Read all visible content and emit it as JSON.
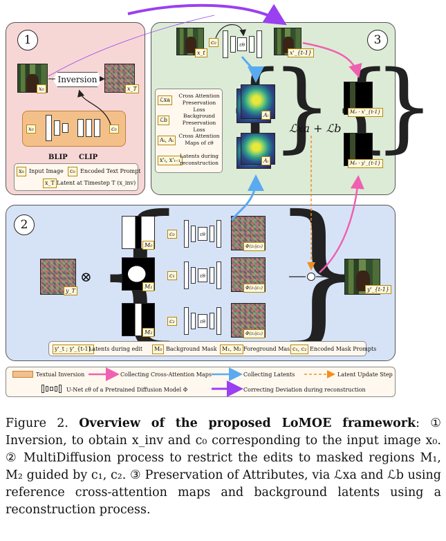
{
  "panel1": {
    "number": "1",
    "inversion_label": "Inversion",
    "x0_tag": "x₀",
    "xT_tag": "x_T",
    "c0_tag": "c₀",
    "x0_small": "x₀",
    "blip_label": "BLIP",
    "clip_label": "CLIP",
    "legend": {
      "input_image": "Input Image",
      "encoded_prompt": "Encoded Text Prompt",
      "latent_timestep": "Latent at Timestep T (x_inv)"
    }
  },
  "panel2": {
    "number": "2",
    "yT_tag": "y_T",
    "yt_out_tag": "y'_{t-1}",
    "rows": [
      {
        "mask": "M₀",
        "c": "c₀",
        "out": "Φ(z₀|c₀)"
      },
      {
        "mask": "M₁",
        "c": "c₁",
        "out": "Φ(z₁|c₁)"
      },
      {
        "mask": "M₂",
        "c": "c₂",
        "out": "Φ(z₂|c₂)"
      }
    ],
    "eps": "εθ",
    "otimes": "⊗",
    "legend": {
      "latents_edit": "Latents during edit",
      "latents_tag": "y'_t ; y'_{t-1}",
      "bg_mask": "Background Mask",
      "bg_tag": "M₀",
      "fg_mask": "Foreground Masks",
      "fg_tag": "M₁, M₂",
      "enc_mask": "Encoded Mask Prompts",
      "enc_tag": "c₁, c₂"
    }
  },
  "panel3": {
    "number": "3",
    "xt_tag": "x_t",
    "c0_tag": "c₀",
    "eps": "εθ",
    "xt1_tag": "x'_{t-1}",
    "loss_eq": "ℒxa + ℒb",
    "ai_tag": "Aᵢ",
    "aj_tag": "Aᵢ",
    "m0_tag": "M₀ · x'_{t-1}",
    "m0_tag2": "M₀ · y'_{t-1}",
    "legend": [
      {
        "sym": "ℒxa",
        "text": "Cross Attention Preservation Loss"
      },
      {
        "sym": "ℒb",
        "text": "Background Preservation Loss"
      },
      {
        "sym": "Aᵢ, Aᵢ",
        "text": "Cross Attention Maps of εθ"
      },
      {
        "sym": "x'ₜ, x'ₜ₋₁",
        "text": "Latents during reconstruction"
      }
    ]
  },
  "bottom_legend": {
    "textual_inversion": "Textual Inversion",
    "collecting_ca": "Collecting Cross-Attention Maps",
    "collecting_latents": "Collecting Latents",
    "latent_update": "Latent Update Step",
    "unet": "U-Net εθ of a Pretrained Diffusion Model Φ",
    "correcting": "Correcting Deviation during reconstruction"
  },
  "caption": {
    "prefix": "Figure 2.",
    "title": "Overview of the proposed LoMOE framework",
    "body": ": ① Inversion, to obtain x_inv and c₀ corresponding to the input image x₀. ② MultiDiffusion process to restrict the edits to masked regions M₁, M₂ guided by c₁, c₂. ③ Preservation of Attributes, via ℒxa and ℒb using reference cross-attention maps and background latents using a reconstruction process."
  },
  "colors": {
    "panel1_bg": "#f7d6d6",
    "panel2_bg": "#d6e3f7",
    "panel3_bg": "#dcebd6",
    "textual_inversion": "#f4c08a",
    "pink_arrow": "#f060b0",
    "blue_arrow": "#5aaaf0",
    "orange_dashed": "#f09020",
    "purple_arrow": "#9a40f0"
  }
}
